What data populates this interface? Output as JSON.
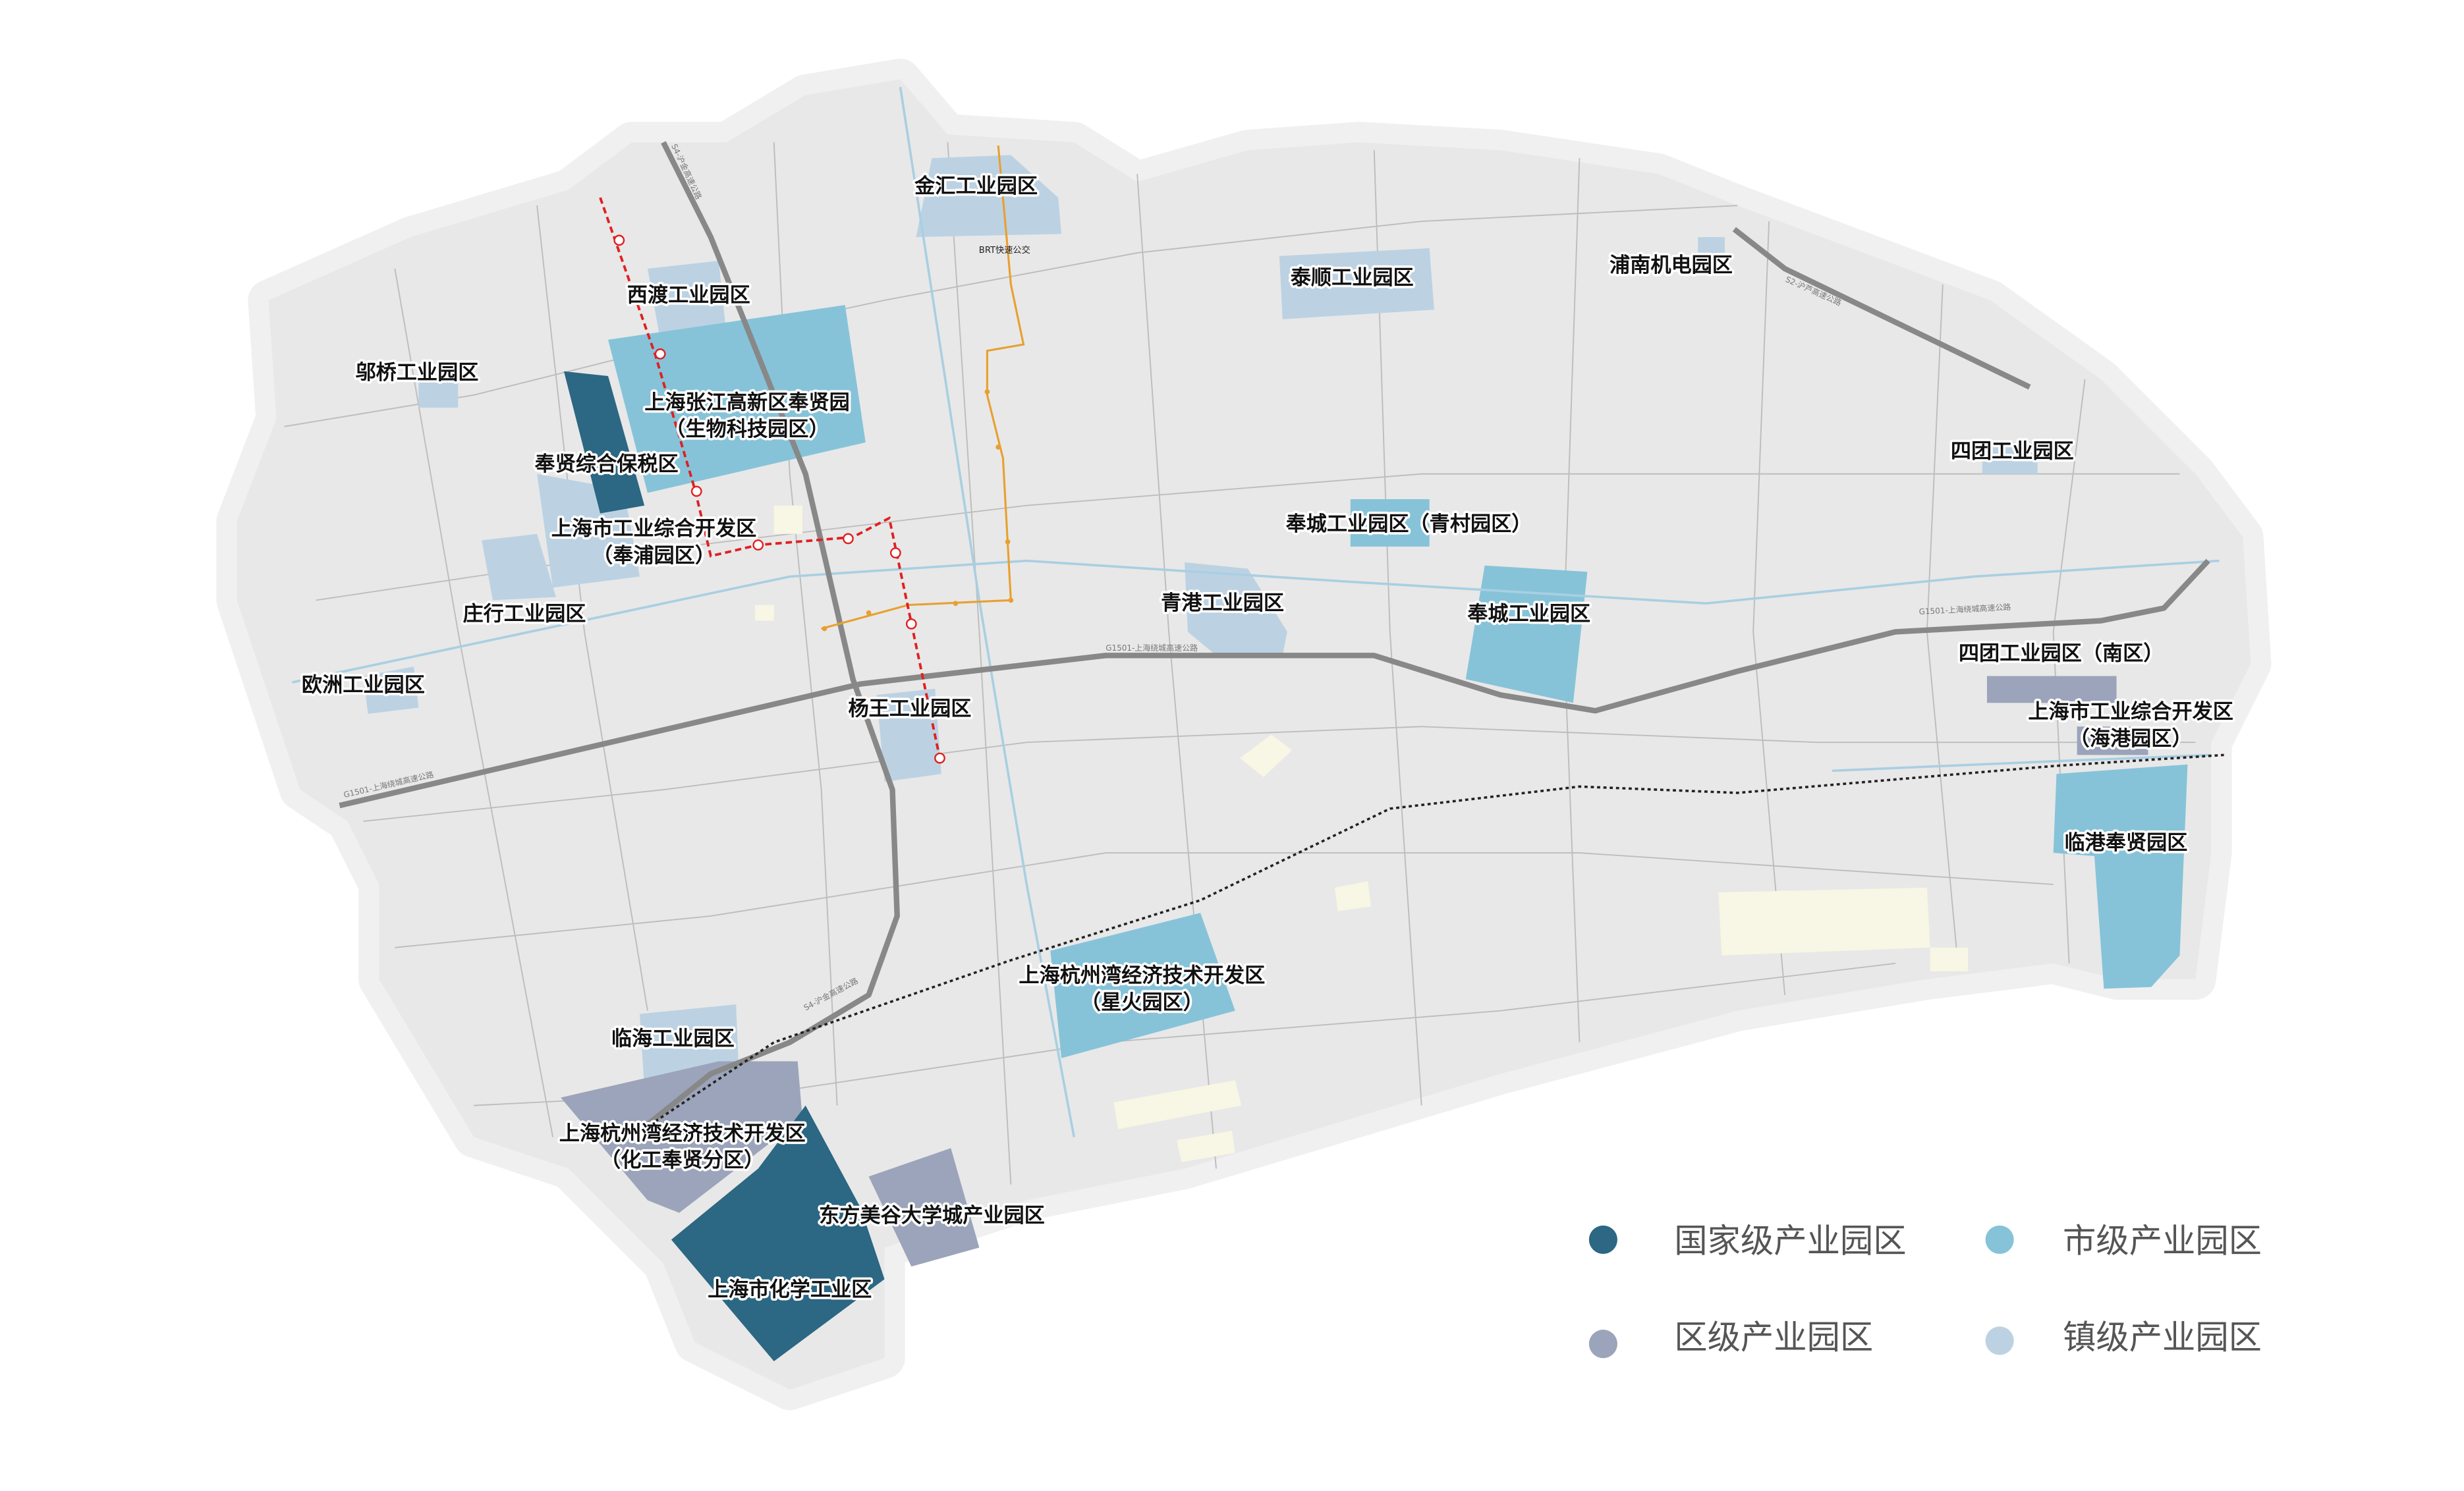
{
  "colors": {
    "national": "#2c6783",
    "city": "#86c3d9",
    "district": "#9ba4ba",
    "town": "#bcd2e3",
    "land": "#e8e8e8",
    "halo": "#f0f0f0",
    "highway": "#888888",
    "river": "#a9cfe2",
    "metro": "#e02020",
    "brt": "#e8a030",
    "railway": "#222222",
    "reserve": "#f8f6e4"
  },
  "parks": [
    {
      "name": "金汇工业园区",
      "level": "town"
    },
    {
      "name": "西渡工业园区",
      "level": "town"
    },
    {
      "name": "泰顺工业园区",
      "level": "town"
    },
    {
      "name": "浦南机电园区",
      "level": "town"
    },
    {
      "name": "邬桥工业园区",
      "level": "town"
    },
    {
      "name": "上海张江高新区奉贤园",
      "sub": "（生物科技园区）",
      "level": "city"
    },
    {
      "name": "奉贤综合保税区",
      "level": "national"
    },
    {
      "name": "四团工业园区",
      "level": "town"
    },
    {
      "name": "上海市工业综合开发区",
      "sub": "（奉浦园区）",
      "level": "town"
    },
    {
      "name": "奉城工业园区（青村园区）",
      "level": "city"
    },
    {
      "name": "庄行工业园区",
      "level": "town"
    },
    {
      "name": "青港工业园区",
      "level": "town"
    },
    {
      "name": "奉城工业园区",
      "level": "city"
    },
    {
      "name": "四团工业园区（南区）",
      "level": "district"
    },
    {
      "name": "欧洲工业园区",
      "level": "town"
    },
    {
      "name": "杨王工业园区",
      "level": "town"
    },
    {
      "name": "上海市工业综合开发区",
      "sub": "（海港园区）",
      "level": "district"
    },
    {
      "name": "临港奉贤园区",
      "level": "city"
    },
    {
      "name": "上海杭州湾经济技术开发区",
      "sub": "（星火园区）",
      "level": "city"
    },
    {
      "name": "临海工业园区",
      "level": "town"
    },
    {
      "name": "上海杭州湾经济技术开发区",
      "sub": "（化工奉贤分区）",
      "level": "district"
    },
    {
      "name": "东方美谷大学城产业园区",
      "level": "district"
    },
    {
      "name": "上海市化学工业区",
      "level": "national"
    }
  ],
  "roads": {
    "s4": "S4-沪金高速公路",
    "s2": "S2-沪芦高速公路",
    "g1501": "G1501-上海绕城高速公路",
    "brt": "BRT快速公交"
  },
  "legend": [
    {
      "label": "国家级产业园区",
      "icon": "dot-national"
    },
    {
      "label": "市级产业园区",
      "icon": "dot-city"
    },
    {
      "label": "区级产业园区",
      "icon": "dot-district"
    },
    {
      "label": "镇级产业园区",
      "icon": "dot-town"
    }
  ]
}
